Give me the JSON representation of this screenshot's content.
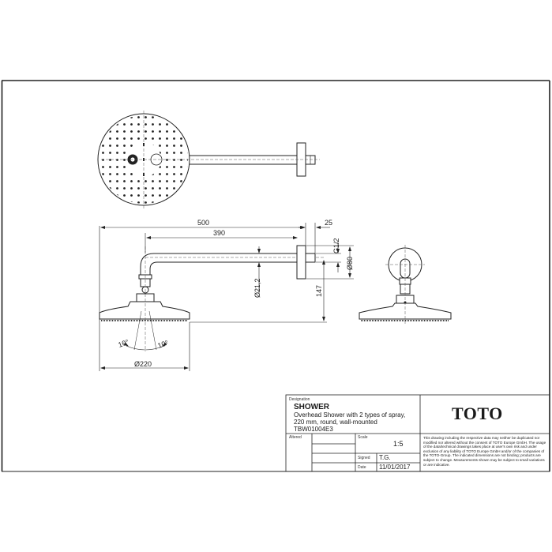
{
  "title_block": {
    "designation_label": "Designation",
    "product_name": "SHOWER",
    "description_line1": "Overhead Shower with 2 types of spray,",
    "description_line2": "220 mm, round, wall-mounted",
    "article_number": "TBW01004E3",
    "altered_label": "Altered",
    "scale_label": "Scale",
    "scale_value": "1:5",
    "signed_label": "Signed",
    "signed_value": "T.G.",
    "date_label": "Date",
    "date_value": "11/01/2017",
    "brand_logo": "TOTO",
    "disclaimer": "This drawing including the respective data may neither be duplicated nor modified nor altered without the consent of TOTO Europe GmbH. The usage of the data/technical drawings takes place at user's own risk and under exclusion of any liability of TOTO Europe GmbH and/or of the companies of the TOTO-Group. The indicated dimensions are not binding; products are subject to change. Measurements shown may be subject to small variations or are indicative."
  },
  "dimensions": {
    "overall_length": "500",
    "arm_length": "390",
    "flange_depth": "25",
    "thread": "G1/2",
    "flange_diameter": "Ø80",
    "pipe_diameter": "Ø21,2",
    "height_drop": "147",
    "head_diameter": "Ø220",
    "spray_angle_left": "10°",
    "spray_angle_right": "10°"
  },
  "views": [
    "top-view",
    "side-view",
    "front-view"
  ],
  "colors": {
    "line": "#222222",
    "paper": "#ffffff",
    "centerline": "#555555"
  }
}
